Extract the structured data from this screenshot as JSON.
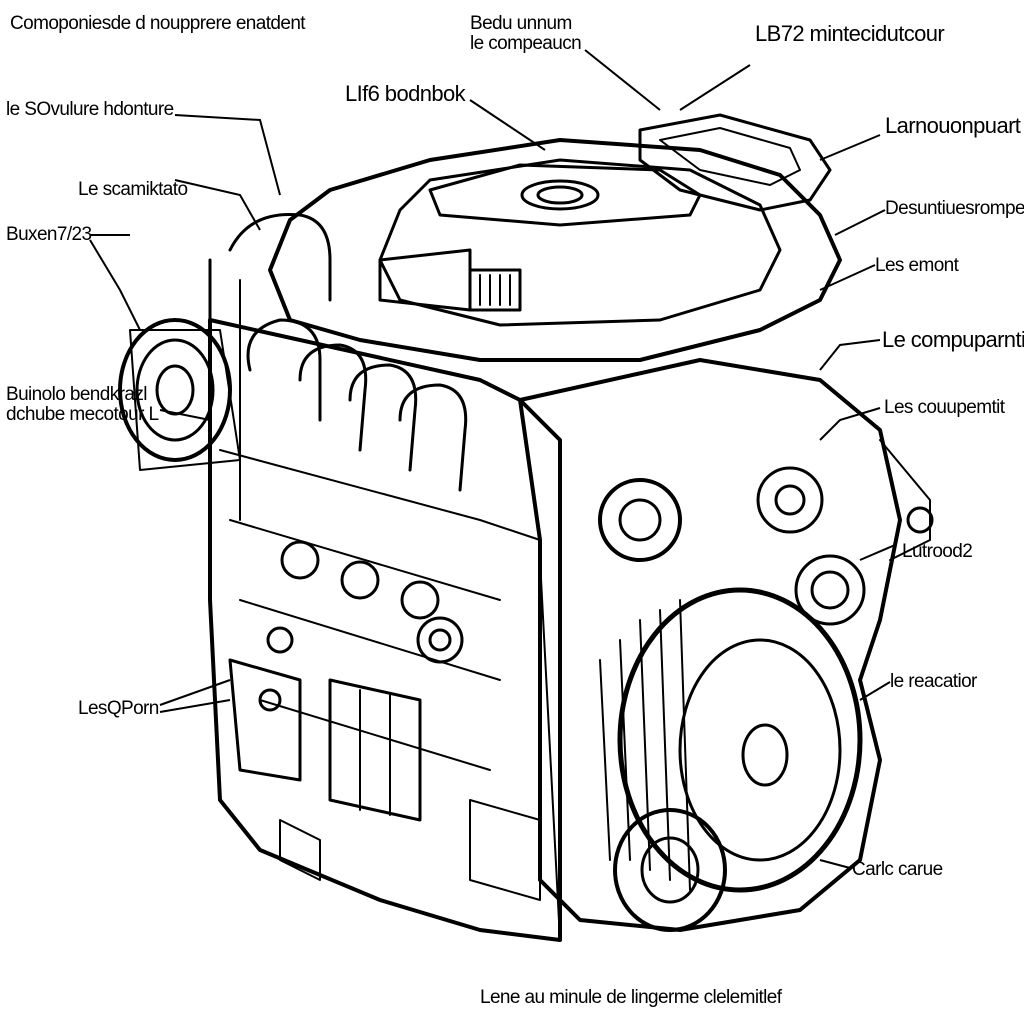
{
  "figure": {
    "title": "Composantes du moteur",
    "caption": "Lene au minule de lingerme clelemitlef"
  },
  "labels": {
    "top_left": "Comoponiesde d noupprere enatdent",
    "top_center_line1": "Bedu unnum",
    "top_center_line2": "le compeaucn",
    "top_right": "LB72 mintecidutcour",
    "lif6": "LIf6 bodnbok",
    "le_so": "le SOvulure hdonture",
    "le_scam": "Le scamiktato",
    "buxen": "Buxen7/23",
    "auride_line1": "Buinolo bendkrazl",
    "auride_line2": "dchube mecotour L",
    "les_qporn": "LesQPorn",
    "lamoto": "Larnouonpuart",
    "desunt": "Desuntiuesrompe",
    "les_emont": "Les emont",
    "le_compu": "Le compuparntioe",
    "les_coup": "Les couupemtit",
    "lutrood": "Lutrood2",
    "le_reaca": "le reacatior",
    "carlc": "Carlc carue"
  },
  "icons": {
    "engine": "engine-illustration"
  }
}
